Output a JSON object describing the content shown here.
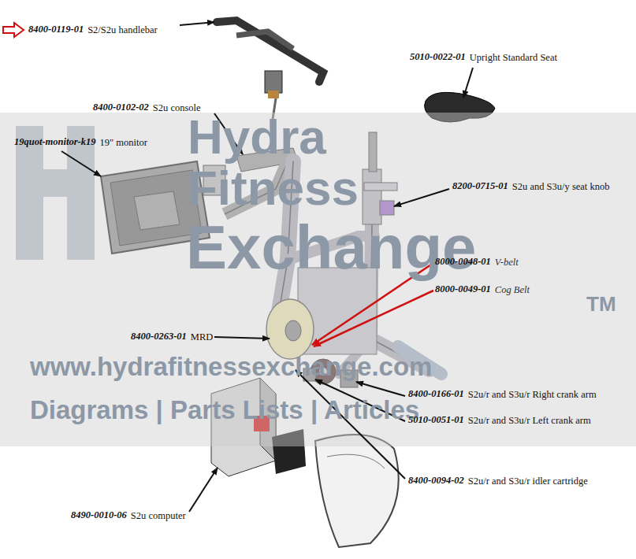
{
  "diagram": {
    "labels": [
      "8400-0119-01",
      "S2/S2u handlebar",
      "5010-0022-01",
      "Upright Standard Seat",
      "8400-0102-02",
      "S2u console",
      "19quot-monitor-k19",
      "19\" monitor",
      "8200-0715-01",
      "S2u and S3u/y seat knob",
      "8000-0048-01",
      "V-belt",
      "8000-0049-01",
      "Cog Belt",
      "8400-0263-01",
      "MRD",
      "8400-0166-01",
      "S2u/r and S3u/r Right crank arm",
      "5010-0051-01",
      "S2u/r and S3u/r Left crank arm",
      "8400-0094-02",
      "S2u/r and S3u/r idler cartridge",
      "8490-0010-06",
      "S2u computer",
      "Hydra",
      "Fitness",
      "Exchange",
      "TM",
      "www.hydrafitnessexchange.com",
      "Diagrams | Parts Lists | Articles"
    ]
  }
}
